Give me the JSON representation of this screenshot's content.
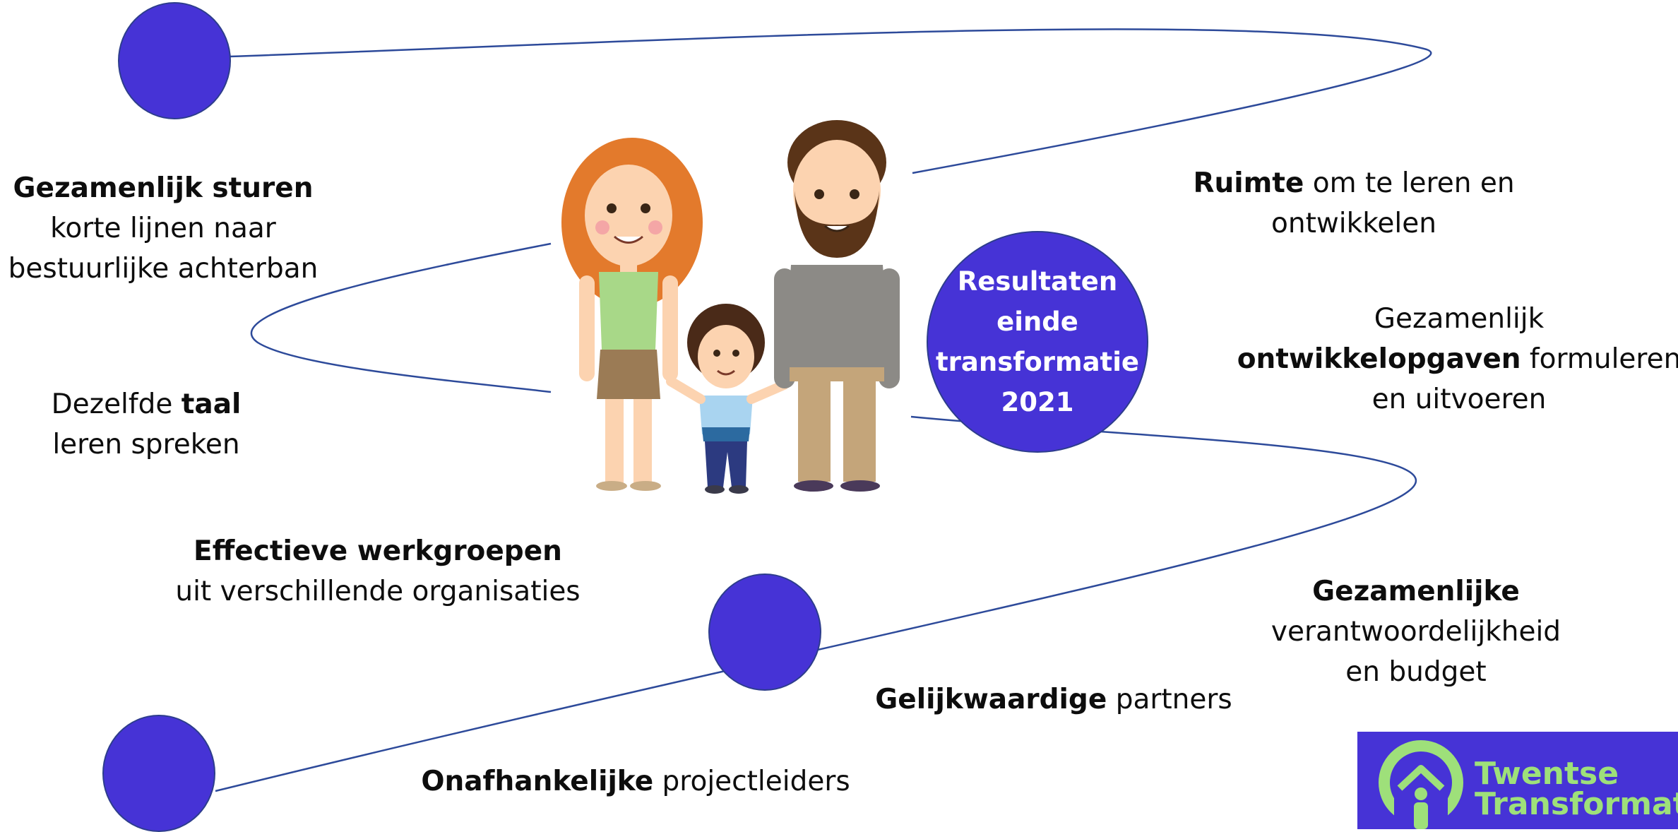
{
  "center": {
    "line1": "Resultaten",
    "line2": "einde",
    "line3": "transformatie",
    "line4": "2021"
  },
  "labels": {
    "gezamenlijk_sturen": {
      "bold": "Gezamenlijk sturen",
      "line2": "korte lijnen naar",
      "line3": "bestuurlijke achterban"
    },
    "ruimte": {
      "bold": "Ruimte",
      "rest": " om te leren en",
      "line2": "ontwikkelen"
    },
    "ontwikkelopgaven": {
      "line1": "Gezamenlijk",
      "bold": "ontwikkelopgaven",
      "rest": " formuleren",
      "line3": "en uitvoeren"
    },
    "taal": {
      "pre": "Dezelfde ",
      "bold": "taal",
      "line2": "leren spreken"
    },
    "werkgroepen": {
      "bold": "Effectieve werkgroepen",
      "line2": "uit verschillende organisaties"
    },
    "verantwoordelijkheid": {
      "bold": "Gezamenlijke",
      "line2": "verantwoordelijkheid",
      "line3": "en budget"
    },
    "gelijkwaardige": {
      "bold": "Gelijkwaardige",
      "rest": " partners"
    },
    "onafhankelijke": {
      "bold": "Onafhankelijke",
      "rest": " projectleiders"
    }
  },
  "logo": {
    "line1": "Twentse",
    "line2": "Transformatie"
  },
  "colors": {
    "accent": "#4633d6",
    "line": "#2d3d8c",
    "logo_text": "#9ee07a"
  }
}
